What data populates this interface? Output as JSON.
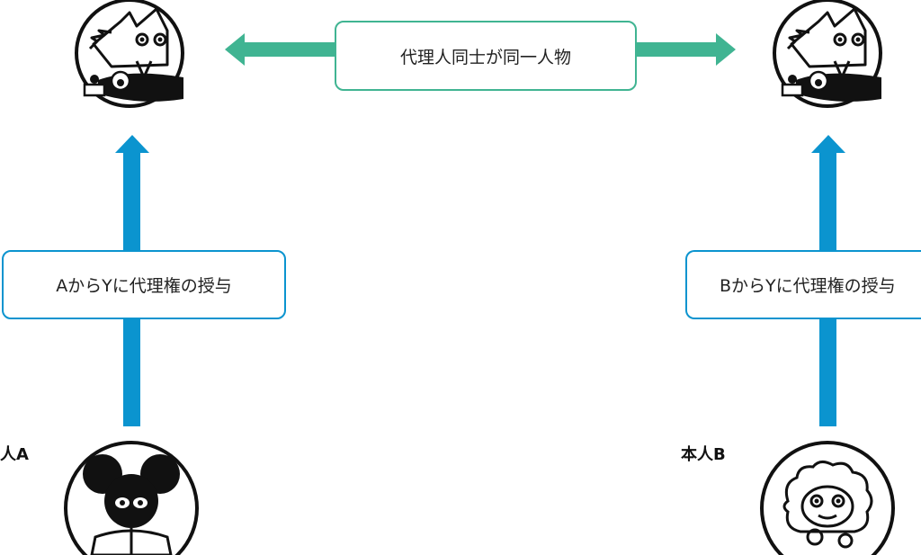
{
  "diagram": {
    "top_link_label": "代理人同士が同一人物",
    "left_grant_label": "AからYに代理権の授与",
    "right_grant_label": "BからYに代理権の授与",
    "principal_a_label": "本人A",
    "principal_b_label": "本人B"
  },
  "icons": {
    "agent_left": "wolf-agent-icon",
    "agent_right": "wolf-agent-icon",
    "principal_a": "mouse-person-icon",
    "principal_b": "sheep-person-icon"
  },
  "colors": {
    "link_arrow": "#40b492",
    "grant_arrow": "#0b94cf",
    "outline": "#111111"
  }
}
